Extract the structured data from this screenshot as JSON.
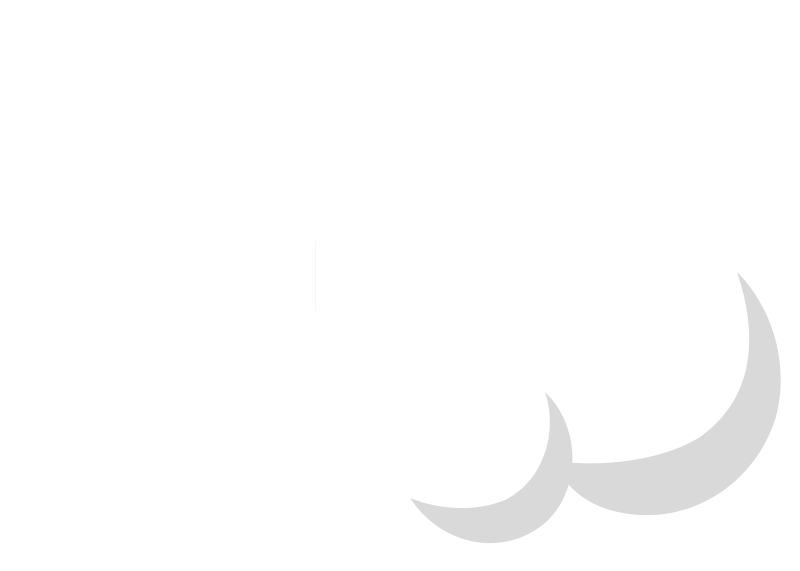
{
  "colors": {
    "background": "#ffffff",
    "shape_fill": "#d9d9d9"
  },
  "shapes": [
    {
      "name": "large-crescent-shape",
      "kind": "crescent"
    },
    {
      "name": "small-crescent-shape",
      "kind": "crescent"
    }
  ]
}
